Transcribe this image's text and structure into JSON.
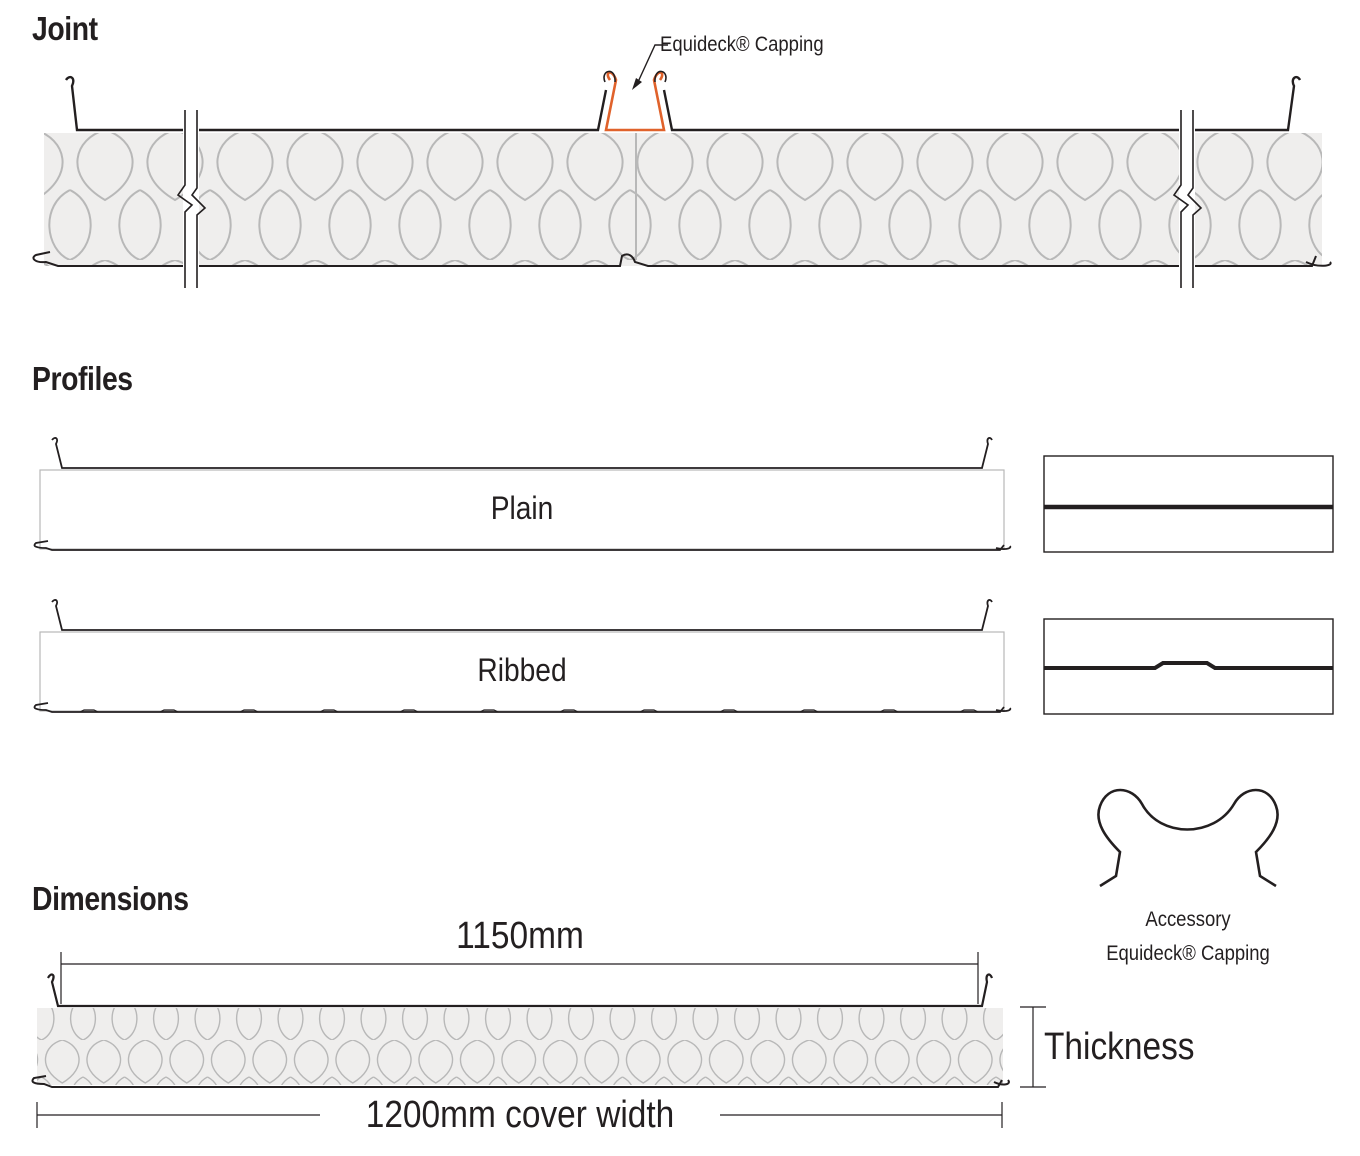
{
  "sections": {
    "joint": "Joint",
    "profiles": "Profiles",
    "dimensions": "Dimensions"
  },
  "joint": {
    "capping_label": "Equideck® Capping"
  },
  "profiles": [
    {
      "name": "Plain"
    },
    {
      "name": "Ribbed"
    }
  ],
  "accessory": {
    "line1": "Accessory",
    "line2": "Equideck® Capping"
  },
  "dimensions": {
    "top_width": "1150mm",
    "cover_width": "1200mm cover width",
    "thickness": "Thickness"
  },
  "colors": {
    "line": "#231f20",
    "core_fill": "#efeeed",
    "core_pattern": "#b8b8b8",
    "capping_accent": "#e0622b"
  }
}
